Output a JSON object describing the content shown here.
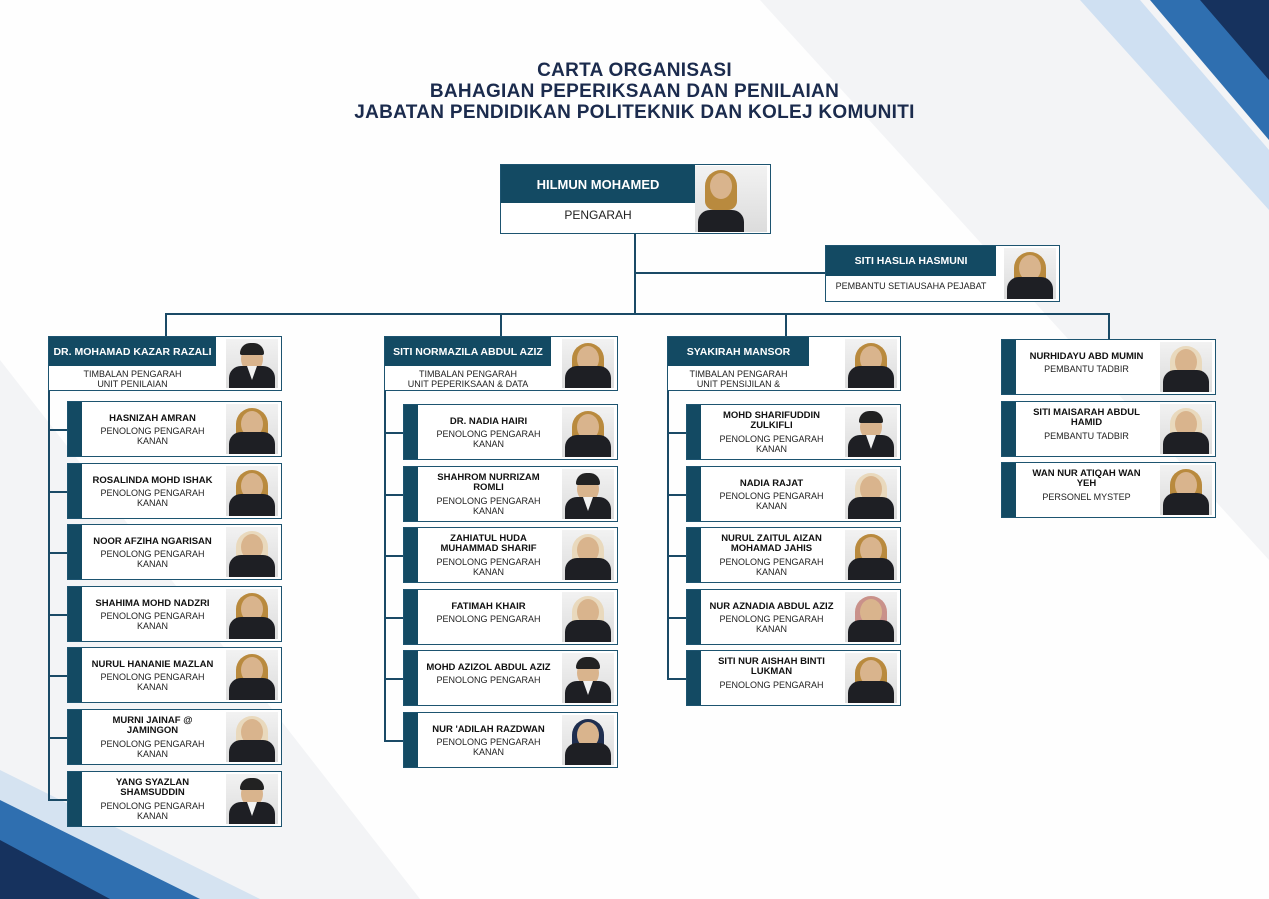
{
  "title_lines": [
    "CARTA ORGANISASI",
    "BAHAGIAN PEPERIKSAAN DAN PENILAIAN",
    "JABATAN PENDIDIKAN POLITEKNIK DAN KOLEJ KOMUNITI"
  ],
  "colors": {
    "primary": "#134a63",
    "navy": "#1b2b4d",
    "accent_blue": "#2f6fb0"
  },
  "director": {
    "name": "HILMUN MOHAMED",
    "role": "PENGARAH",
    "photo": "hijab"
  },
  "assistant": {
    "name": "SITI HASLIA HASMUNI",
    "role": "PEMBANTU SETIAUSAHA PEJABAT",
    "photo": "hijab"
  },
  "branches": [
    {
      "name": "DR. MOHAMAD KAZAR RAZALI",
      "role": "TIMBALAN PENGARAH\nUNIT PENILAIAN",
      "photo": "male",
      "members": [
        {
          "name": "HASNIZAH AMRAN",
          "role": "PENOLONG PENGARAH\nKANAN",
          "photo": "hijab"
        },
        {
          "name": "ROSALINDA MOHD ISHAK",
          "role": "PENOLONG PENGARAH\nKANAN",
          "photo": "hijab"
        },
        {
          "name": "NOOR AFZIHA NGARISAN",
          "role": "PENOLONG PENGARAH\nKANAN",
          "photo": "light"
        },
        {
          "name": "SHAHIMA MOHD NADZRI",
          "role": "PENOLONG PENGARAH\nKANAN",
          "photo": "hijab"
        },
        {
          "name": "NURUL HANANIE MAZLAN",
          "role": "PENOLONG PENGARAH\nKANAN",
          "photo": "hijab"
        },
        {
          "name": "MURNI JAINAF @\nJAMINGON",
          "role": "PENOLONG PENGARAH\nKANAN",
          "photo": "light"
        },
        {
          "name": "YANG SYAZLAN\nSHAMSUDDIN",
          "role": "PENOLONG PENGARAH\nKANAN",
          "photo": "male"
        }
      ]
    },
    {
      "name": "SITI NORMAZILA ABDUL AZIZ",
      "role": "TIMBALAN PENGARAH\nUNIT PEPERIKSAAN & DATA",
      "photo": "hijab",
      "members": [
        {
          "name": "DR. NADIA HAIRI",
          "role": "PENOLONG PENGARAH\nKANAN",
          "photo": "hijab"
        },
        {
          "name": "SHAHROM NURRIZAM\nROMLI",
          "role": "PENOLONG PENGARAH\nKANAN",
          "photo": "male"
        },
        {
          "name": "ZAHIATUL HUDA\nMUHAMMAD SHARIF",
          "role": "PENOLONG PENGARAH\nKANAN",
          "photo": "light"
        },
        {
          "name": "FATIMAH KHAIR",
          "role": "PENOLONG PENGARAH",
          "photo": "light"
        },
        {
          "name": "MOHD AZIZOL ABDUL AZIZ",
          "role": "PENOLONG PENGARAH",
          "photo": "male"
        },
        {
          "name": "NUR 'ADILAH RAZDWAN",
          "role": "PENOLONG PENGARAH\nKANAN",
          "photo": "dark"
        }
      ]
    },
    {
      "name": "SYAKIRAH MANSOR",
      "role": "TIMBALAN PENGARAH\nUNIT PENSIJILAN & PENGIKTIRAFAN",
      "photo": "hijab",
      "members": [
        {
          "name": "MOHD SHARIFUDDIN\nZULKIFLI",
          "role": "PENOLONG PENGARAH\nKANAN",
          "photo": "male"
        },
        {
          "name": "NADIA RAJAT",
          "role": "PENOLONG PENGARAH\nKANAN",
          "photo": "light"
        },
        {
          "name": "NURUL ZAITUL AIZAN\nMOHAMAD JAHIS",
          "role": "PENOLONG PENGARAH\nKANAN",
          "photo": "hijab"
        },
        {
          "name": "NUR AZNADIA ABDUL AZIZ",
          "role": "PENOLONG PENGARAH\nKANAN",
          "photo": "pink"
        },
        {
          "name": "SITI NUR AISHAH BINTI\nLUKMAN",
          "role": "PENOLONG PENGARAH",
          "photo": "hijab"
        }
      ]
    },
    {
      "name": "",
      "role": "",
      "photo": "",
      "members": [
        {
          "name": "NURHIDAYU ABD MUMIN",
          "role": "PEMBANTU TADBIR",
          "photo": "light"
        },
        {
          "name": "SITI MAISARAH ABDUL\nHAMID",
          "role": "PEMBANTU TADBIR",
          "photo": "light"
        },
        {
          "name": "WAN NUR ATIQAH WAN\nYEH",
          "role": "PERSONEL MYSTEP",
          "photo": "hijab"
        }
      ]
    }
  ]
}
